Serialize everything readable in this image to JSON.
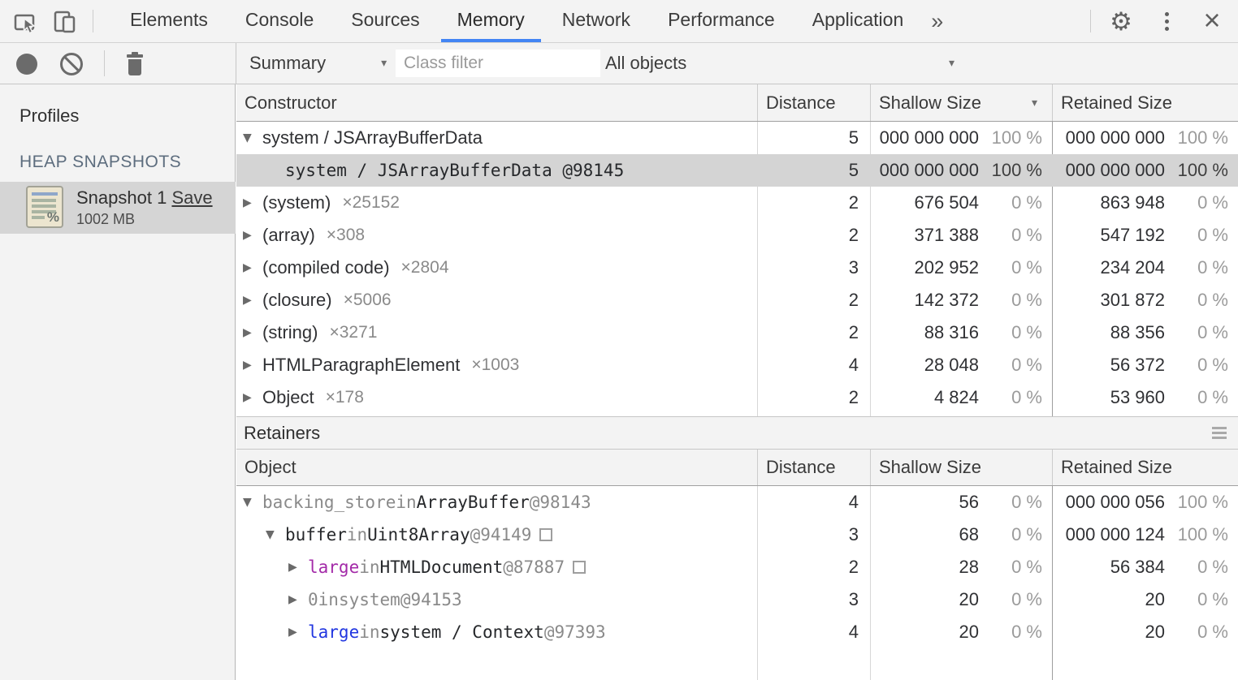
{
  "devtools": {
    "tabs": [
      "Elements",
      "Console",
      "Sources",
      "Memory",
      "Network",
      "Performance",
      "Application"
    ],
    "active_tab": "Memory",
    "more_tabs_label": "»",
    "accent_color": "#4285f4",
    "close_label": "×",
    "gear_glyph": "⚙"
  },
  "toolbar": {
    "profile_type_select": "Summary",
    "class_filter_placeholder": "Class filter",
    "scope_select": "All objects",
    "dropdown_arrow": "▾"
  },
  "sidebar": {
    "profiles_label": "Profiles",
    "section_label": "HEAP SNAPSHOTS",
    "snapshot": {
      "title": "Snapshot 1",
      "save_label": "Save",
      "size": "1002 MB",
      "selected": true,
      "icon": "heap-snapshot-icon",
      "icon_pct": "%"
    }
  },
  "constructor_table": {
    "headers": {
      "constructor": "Constructor",
      "distance": "Distance",
      "shallow": "Shallow Size",
      "retained": "Retained Size"
    },
    "sorted_by": "shallow",
    "sort_direction": "desc",
    "rows": [
      {
        "level": 0,
        "disclosure": "expanded",
        "name": "system / JSArrayBufferData",
        "count": "",
        "mono": false,
        "selected": false,
        "distance": "5",
        "shallow": "000 000 000",
        "shallow_pct": "100 %",
        "retained": "000 000 000",
        "retained_pct": "100 %"
      },
      {
        "level": 1,
        "disclosure": "none",
        "name": "system / JSArrayBufferData @98145",
        "count": "",
        "mono": true,
        "selected": true,
        "distance": "5",
        "shallow": "000 000 000",
        "shallow_pct": "100 %",
        "retained": "000 000 000",
        "retained_pct": "100 %"
      },
      {
        "level": 0,
        "disclosure": "collapsed",
        "name": "(system)",
        "count": "×25152",
        "mono": false,
        "selected": false,
        "distance": "2",
        "shallow": "676 504",
        "shallow_pct": "0 %",
        "retained": "863 948",
        "retained_pct": "0 %"
      },
      {
        "level": 0,
        "disclosure": "collapsed",
        "name": "(array)",
        "count": "×308",
        "mono": false,
        "selected": false,
        "distance": "2",
        "shallow": "371 388",
        "shallow_pct": "0 %",
        "retained": "547 192",
        "retained_pct": "0 %"
      },
      {
        "level": 0,
        "disclosure": "collapsed",
        "name": "(compiled code)",
        "count": "×2804",
        "mono": false,
        "selected": false,
        "distance": "3",
        "shallow": "202 952",
        "shallow_pct": "0 %",
        "retained": "234 204",
        "retained_pct": "0 %"
      },
      {
        "level": 0,
        "disclosure": "collapsed",
        "name": "(closure)",
        "count": "×5006",
        "mono": false,
        "selected": false,
        "distance": "2",
        "shallow": "142 372",
        "shallow_pct": "0 %",
        "retained": "301 872",
        "retained_pct": "0 %"
      },
      {
        "level": 0,
        "disclosure": "collapsed",
        "name": "(string)",
        "count": "×3271",
        "mono": false,
        "selected": false,
        "distance": "2",
        "shallow": "88 316",
        "shallow_pct": "0 %",
        "retained": "88 356",
        "retained_pct": "0 %"
      },
      {
        "level": 0,
        "disclosure": "collapsed",
        "name": "HTMLParagraphElement",
        "count": "×1003",
        "mono": false,
        "selected": false,
        "distance": "4",
        "shallow": "28 048",
        "shallow_pct": "0 %",
        "retained": "56 372",
        "retained_pct": "0 %"
      },
      {
        "level": 0,
        "disclosure": "collapsed",
        "name": "Object",
        "count": "×178",
        "mono": false,
        "selected": false,
        "distance": "2",
        "shallow": "4 824",
        "shallow_pct": "0 %",
        "retained": "53 960",
        "retained_pct": "0 %"
      }
    ]
  },
  "retainers": {
    "title": "Retainers",
    "headers": {
      "object": "Object",
      "distance": "Distance",
      "shallow": "Shallow Size",
      "retained": "Retained Size"
    },
    "rows": [
      {
        "level": 0,
        "disclosure": "expanded",
        "name": "backing_store",
        "name_style": "gray",
        "in_label": "in",
        "target": "ArrayBuffer",
        "target_style": "dark",
        "id": "@98143",
        "revealer": false,
        "distance": "4",
        "shallow": "56",
        "shallow_pct": "0 %",
        "retained": "000 000 056",
        "retained_pct": "100 %"
      },
      {
        "level": 1,
        "disclosure": "expanded",
        "name": "buffer",
        "name_style": "dark",
        "in_label": "in",
        "target": "Uint8Array",
        "target_style": "dark",
        "id": "@94149",
        "revealer": true,
        "distance": "3",
        "shallow": "68",
        "shallow_pct": "0 %",
        "retained": "000 000 124",
        "retained_pct": "100 %"
      },
      {
        "level": 2,
        "disclosure": "collapsed",
        "name": "large",
        "name_style": "magenta",
        "in_label": "in",
        "target": "HTMLDocument",
        "target_style": "dark",
        "id": "@87887",
        "revealer": true,
        "distance": "2",
        "shallow": "28",
        "shallow_pct": "0 %",
        "retained": "56 384",
        "retained_pct": "0 %"
      },
      {
        "level": 2,
        "disclosure": "collapsed",
        "name": "0",
        "name_style": "gray",
        "in_label": "in",
        "target": "system",
        "target_style": "gray",
        "id": "@94153",
        "revealer": false,
        "distance": "3",
        "shallow": "20",
        "shallow_pct": "0 %",
        "retained": "20",
        "retained_pct": "0 %"
      },
      {
        "level": 2,
        "disclosure": "collapsed",
        "name": "large",
        "name_style": "blue",
        "in_label": "in",
        "target": "system / Context",
        "target_style": "dark",
        "id": "@97393",
        "revealer": false,
        "distance": "4",
        "shallow": "20",
        "shallow_pct": "0 %",
        "retained": "20",
        "retained_pct": "0 %"
      }
    ]
  },
  "colors": {
    "accent": "#4285f4",
    "selected_row": "#d4d4d4",
    "property_magenta": "#a32aa8",
    "property_blue": "#2136e0",
    "toolbar_bg": "#f3f3f3"
  }
}
